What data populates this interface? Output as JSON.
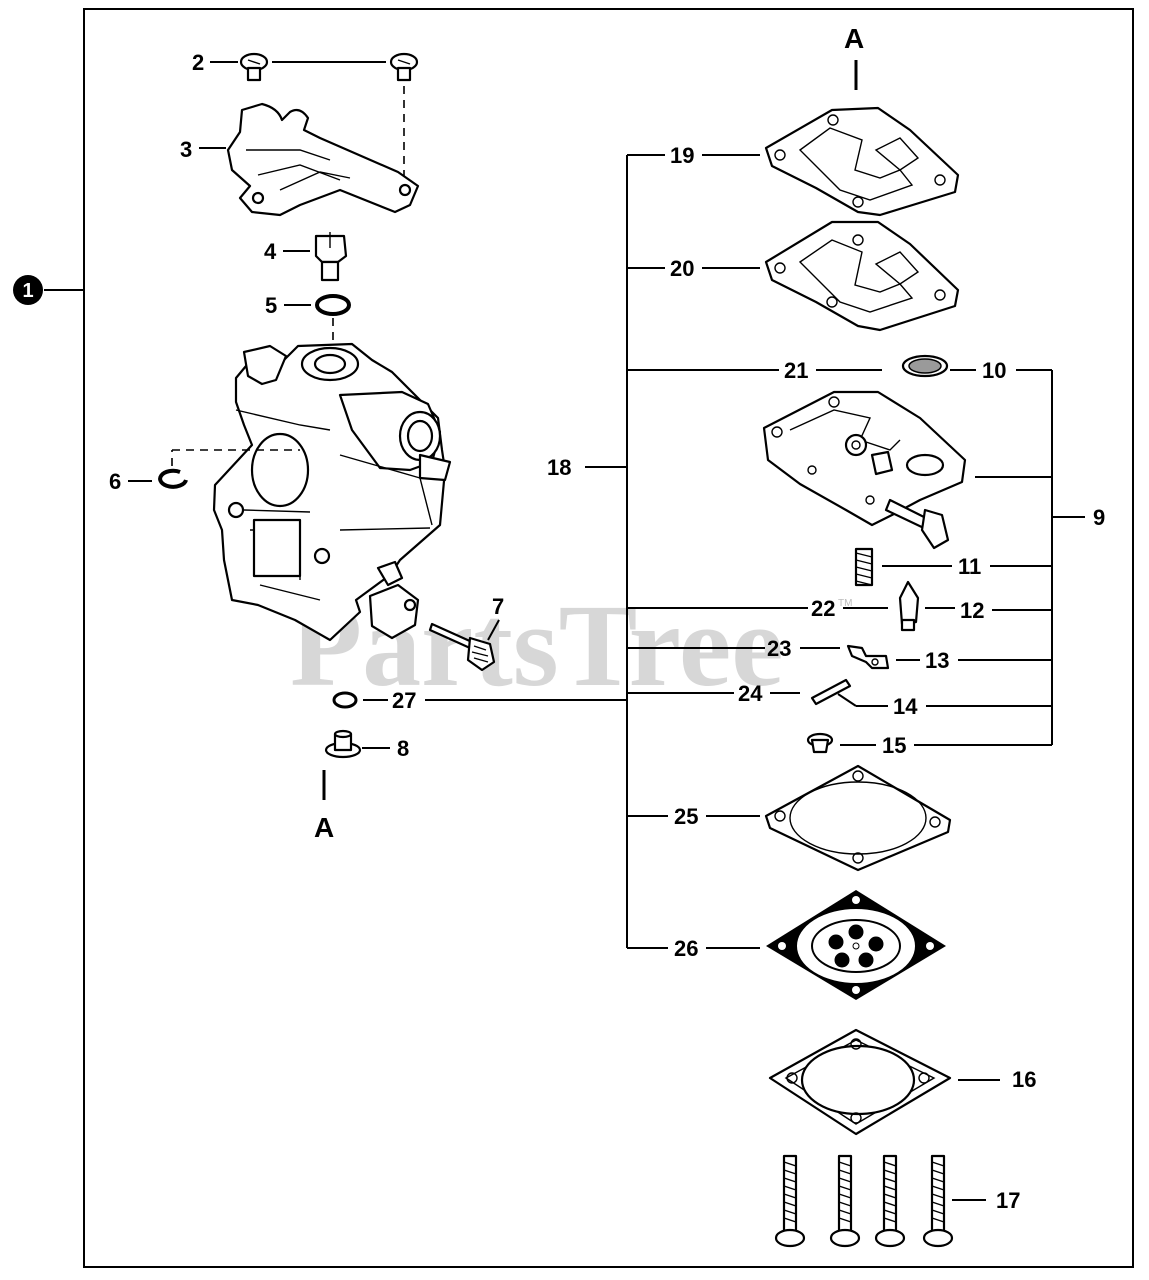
{
  "diagram": {
    "assembly_number": "1",
    "part_numbers": [
      "2",
      "3",
      "4",
      "5",
      "6",
      "7",
      "8",
      "9",
      "10",
      "11",
      "12",
      "13",
      "14",
      "15",
      "16",
      "17",
      "18",
      "19",
      "20",
      "21",
      "22",
      "23",
      "24",
      "25",
      "26",
      "27"
    ],
    "connector_label": "A",
    "watermark": "PartsTree",
    "watermark_mark": "TM"
  }
}
